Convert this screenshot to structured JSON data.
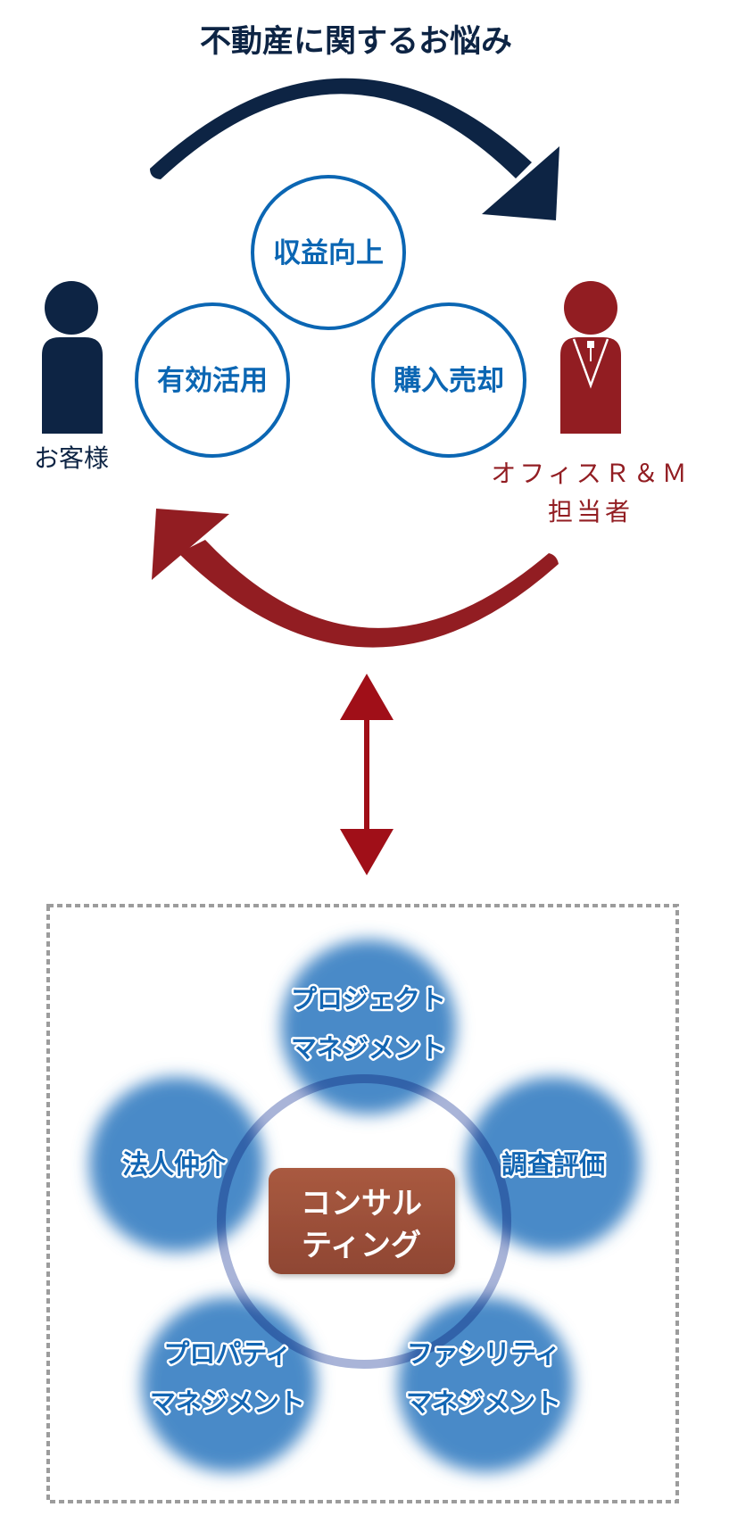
{
  "title": "不動産に関するお悩み",
  "concerns": [
    "収益向上",
    "有効活用",
    "購入売却"
  ],
  "customer": {
    "label": "お客様",
    "color": "#0d2444"
  },
  "staff": {
    "label_line1": "オフィスＲ＆Ｍ",
    "label_line2": "担当者",
    "color": "#921d22"
  },
  "services": {
    "core": [
      "コンサル",
      "ティング"
    ],
    "project": [
      "プロジェクト",
      "マネジメント"
    ],
    "brokerage": "法人仲介",
    "appraisal": "調査評価",
    "property": [
      "プロパティ",
      "マネジメント"
    ],
    "facility": [
      "ファシリティ",
      "マネジメント"
    ]
  },
  "colors": {
    "navy": "#0d2444",
    "red": "#921d22",
    "blue": "#0b66b3",
    "service_blue": "#4a8ac8",
    "core": "#9a5038"
  }
}
